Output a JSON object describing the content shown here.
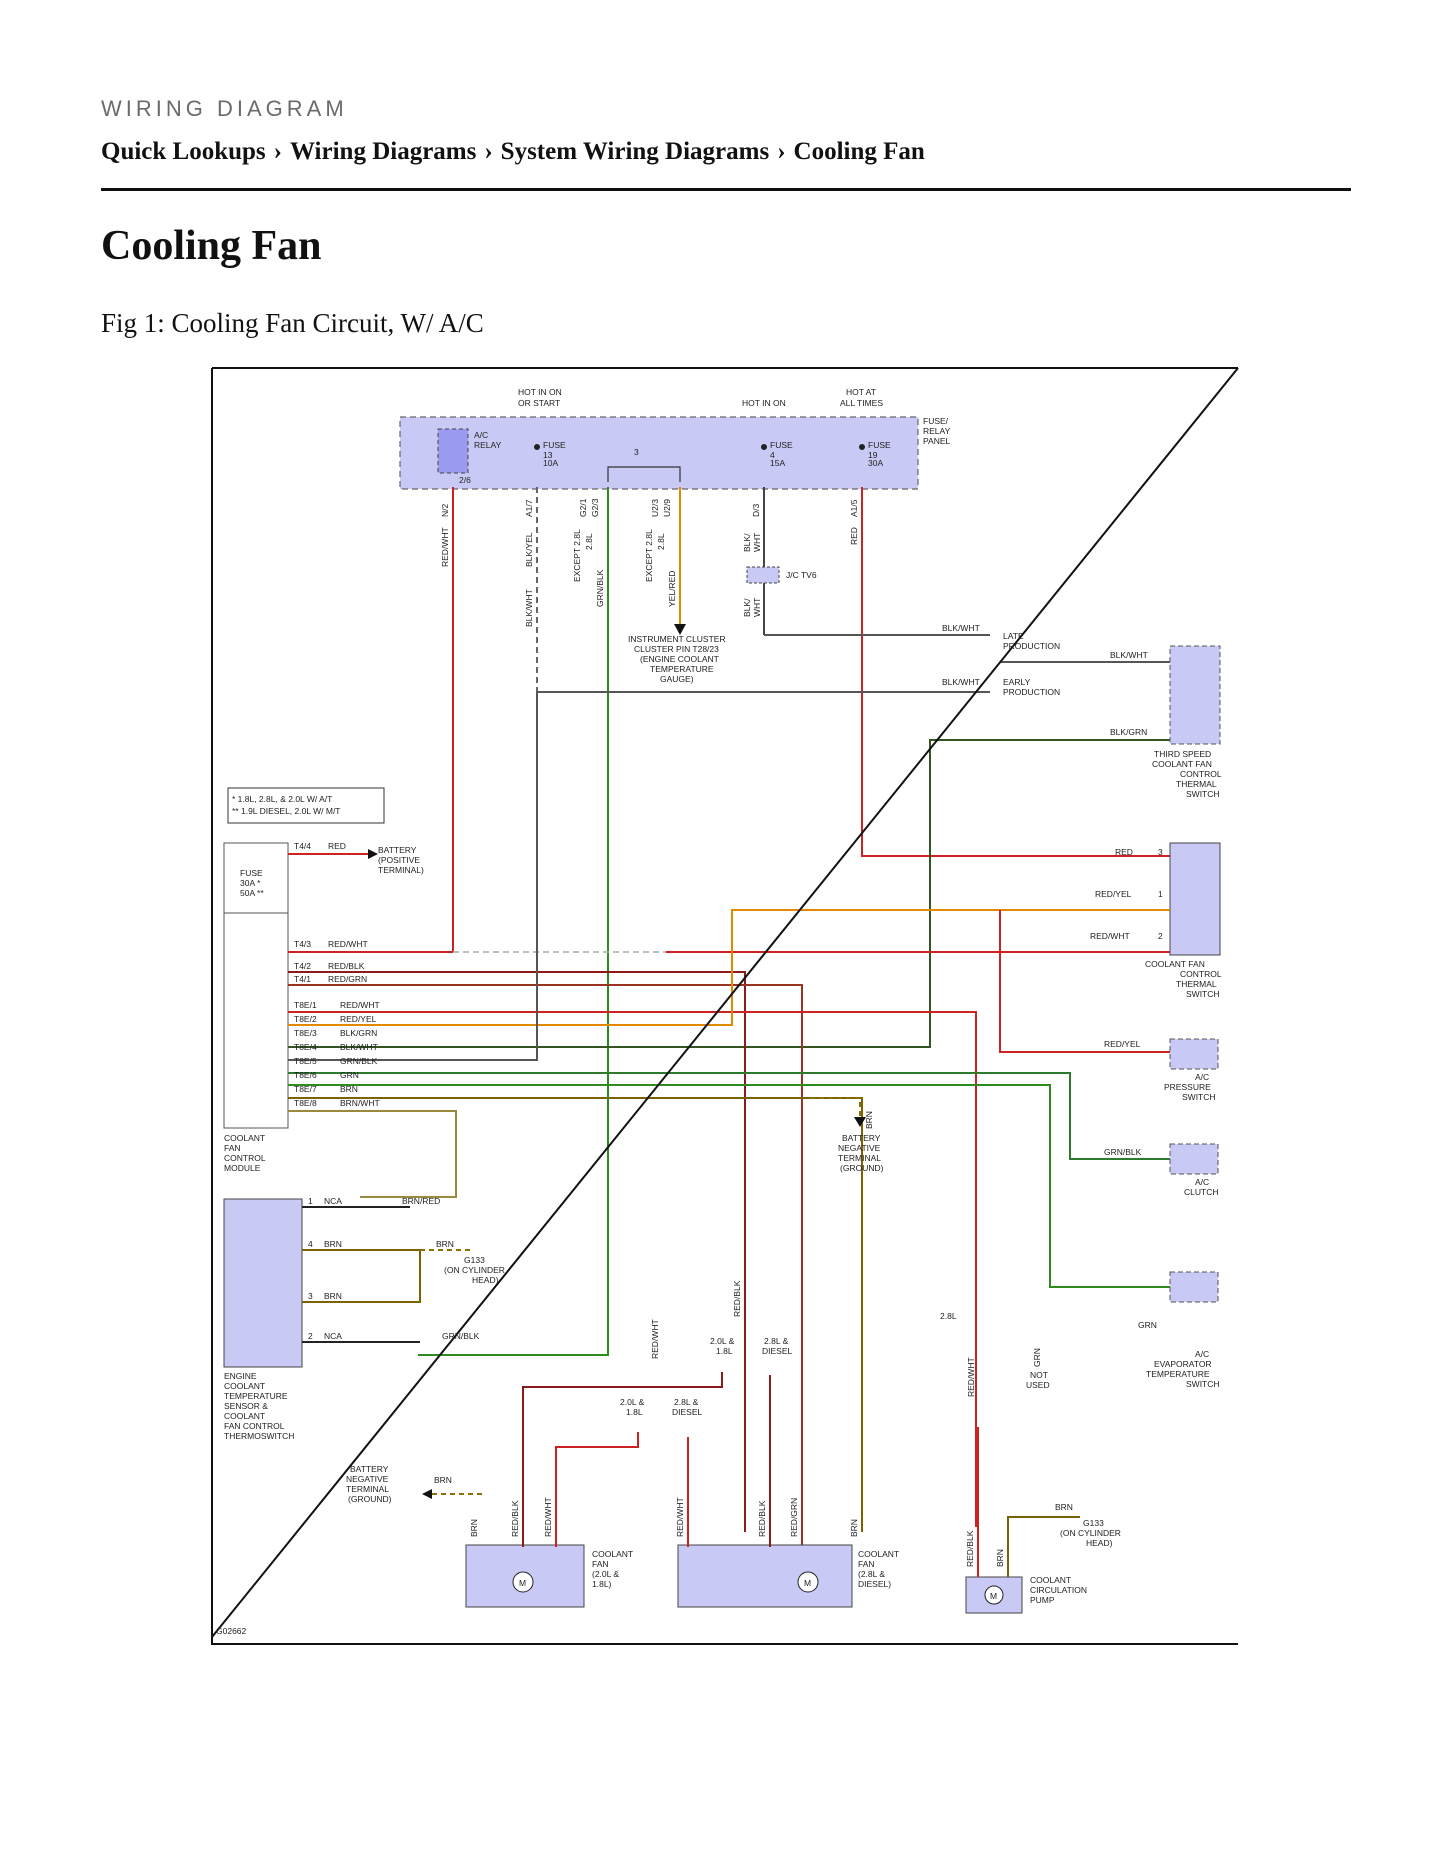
{
  "page": {
    "kicker": "WIRING DIAGRAM",
    "breadcrumb": [
      "Quick Lookups",
      "Wiring Diagrams",
      "System Wiring Diagrams",
      "Cooling Fan"
    ],
    "breadcrumb_separator": "›",
    "title": "Cooling Fan",
    "figure_caption": "Fig 1: Cooling Fan Circuit, W/ A/C"
  },
  "diagram": {
    "figure_id": "G02662",
    "colors": {
      "red": "#cc2222",
      "green": "#2e8b1e",
      "orange": "#e08a00",
      "brown": "#7a6200",
      "dark_green": "#335522",
      "component_fill": "#c9c9f5",
      "ground_dash": "#8a7000"
    },
    "labels": {
      "hot_run_start_1": "HOT IN ON",
      "hot_run_start_2": "OR START",
      "hot_run": "HOT IN ON",
      "hot_always_1": "HOT AT",
      "hot_always_2": "ALL TIMES",
      "fuse_panel_1": "FUSE/",
      "fuse_panel_2": "RELAY",
      "fuse_panel_3": "PANEL",
      "ac_relay_1": "A/C",
      "ac_relay_2": "RELAY",
      "fuse13_a": "FUSE",
      "fuse13_b": "13",
      "fuse13_c": "10A",
      "fuse4_a": "FUSE",
      "fuse4_b": "4",
      "fuse4_c": "15A",
      "fuse19_a": "FUSE",
      "fuse19_b": "19",
      "fuse19_c": "30A",
      "pin_3": "3",
      "pin_2_6": "2/6",
      "pin_n2": "N/2",
      "pin_a17": "A1/7",
      "pin_g21": "G2/1",
      "pin_g23": "G2/3",
      "pin_u23": "U2/3",
      "pin_u29": "U2/9",
      "pin_d3": "D/3",
      "pin_a15": "A1/5",
      "w_red_wht": "RED/WHT",
      "w_blk_yel": "BLK/YEL",
      "w_blk_wht": "BLK/WHT",
      "w_grn_blk": "GRN/BLK",
      "w_yel_red": "YEL/RED",
      "w_blk_wht_a": "BLK/",
      "w_blk_wht_b": "WHT",
      "w_red": "RED",
      "except_a": "EXCEPT 2.8L",
      "except_b": "2.8L",
      "jc": "J/C TV6",
      "ic_1": "INSTRUMENT CLUSTER",
      "ic_2": "CLUSTER PIN T28/23",
      "ic_3": "(ENGINE COOLANT",
      "ic_4": "TEMPERATURE",
      "ic_5": "GAUGE)",
      "late_1": "LATE",
      "late_2": "PRODUCTION",
      "early_1": "EARLY",
      "early_2": "PRODUCTION",
      "blk_grn": "BLK/GRN",
      "third_1": "THIRD SPEED",
      "third_2": "COOLANT FAN",
      "third_3": "CONTROL",
      "third_4": "THERMAL",
      "third_5": "SWITCH",
      "note_1": "* 1.8L, 2.8L, & 2.0L W/ A/T",
      "note_2": "** 1.9L DIESEL, 2.0L W/ M/T",
      "t44": "T4/4",
      "t43": "T4/3",
      "t42": "T4/2",
      "t41": "T4/1",
      "battery_1": "BATTERY",
      "battery_2": "(POSITIVE",
      "battery_3": "TERMINAL)",
      "fuse_mod": "FUSE",
      "fuse_30": "30A  *",
      "fuse_50": "50A  **",
      "red_blk": "RED/BLK",
      "red_grn": "RED/GRN",
      "red_yel": "RED/YEL",
      "grn": "GRN",
      "brn": "BRN",
      "brn_wht": "BRN/WHT",
      "brn_red": "BRN/RED",
      "t8e1": "T8E/1",
      "t8e2": "T8E/2",
      "t8e3": "T8E/3",
      "t8e4": "T8E/4",
      "t8e5": "T8E/5",
      "t8e6": "T8E/6",
      "t8e7": "T8E/7",
      "t8e8": "T8E/8",
      "sw_3": "3",
      "sw_1": "1",
      "sw_2": "2",
      "cfcts_1": "COOLANT FAN",
      "cfcts_2": "CONTROL",
      "cfcts_3": "THERMAL",
      "cfcts_4": "SWITCH",
      "acp_1": "A/C",
      "acp_2": "PRESSURE",
      "acp_3": "SWITCH",
      "acc_1": "A/C",
      "acc_2": "CLUTCH",
      "neg_1": "BATTERY",
      "neg_2": "NEGATIVE",
      "neg_3": "TERMINAL",
      "neg_4": "(GROUND)",
      "cfm_1": "COOLANT",
      "cfm_2": "FAN",
      "cfm_3": "CONTROL",
      "cfm_4": "MODULE",
      "nca": "NCA",
      "e1": "1",
      "e4": "4",
      "e3": "3",
      "e2": "2",
      "g133": "G133",
      "g133_2": "(ON CYLINDER",
      "g133_3": "HEAD)",
      "ects_1": "ENGINE",
      "ects_2": "COOLANT",
      "ects_3": "TEMPERATURE",
      "ects_4": "SENSOR &",
      "ects_5": "COOLANT",
      "ects_6": "FAN CONTROL",
      "ects_7": "THERMOSWITCH",
      "l28": "2.8L",
      "not_used_1": "NOT",
      "not_used_2": "USED",
      "evap_1": "A/C",
      "evap_2": "EVAPORATOR",
      "evap_3": "TEMPERATURE",
      "evap_4": "SWITCH",
      "s20": "2.0L &",
      "s18": "1.8L",
      "s28": "2.8L &",
      "sdiesel": "DIESEL",
      "fan1_1": "COOLANT",
      "fan1_2": "FAN",
      "fan1_3": "(2.0L &",
      "fan1_4": "1.8L)",
      "fan2_1": "COOLANT",
      "fan2_2": "FAN",
      "fan2_3": "(2.8L &",
      "fan2_4": "DIESEL)",
      "pump_1": "COOLANT",
      "pump_2": "CIRCULATION",
      "pump_3": "PUMP",
      "motor": "M",
      "neg2_1": "BATTERY",
      "neg2_2": "NEGATIVE",
      "neg2_3": "TERMINAL",
      "neg2_4": "(GROUND)"
    }
  }
}
